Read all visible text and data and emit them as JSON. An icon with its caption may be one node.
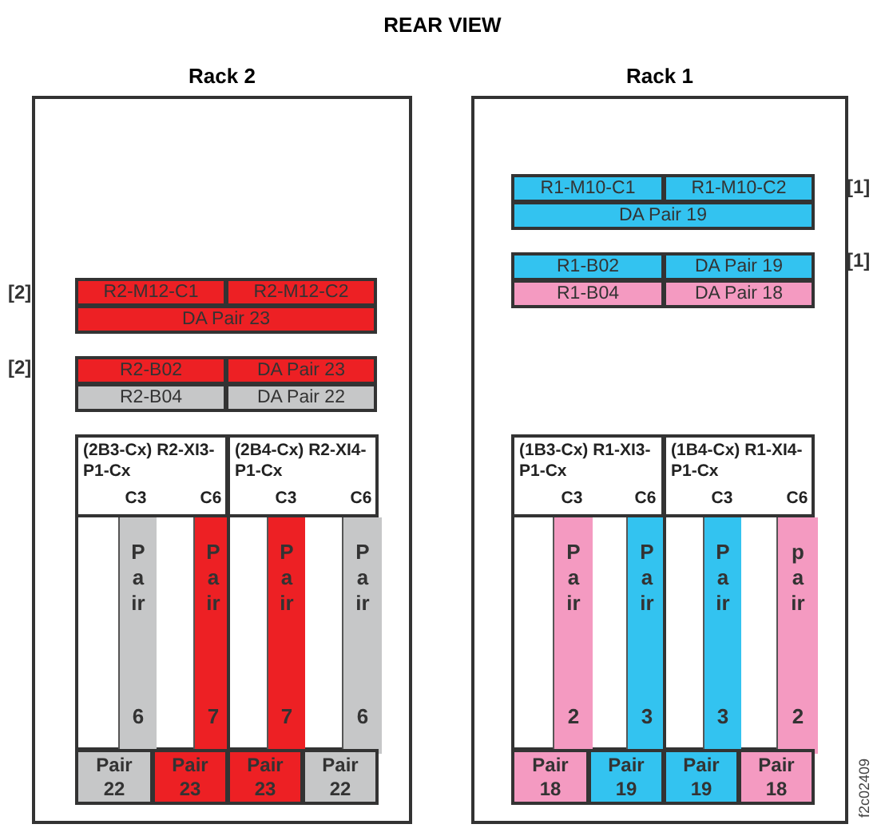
{
  "diagram": {
    "title": "REAR VIEW",
    "nodes": [
      {
        "text": [
          "Rack 2"
        ]
      },
      {
        "text": [
          "R2-M12-C1"
        ],
        "in": 0
      },
      {
        "text": [
          "R2-M12-C2"
        ],
        "in": 0
      },
      {
        "text": [
          "DA Pair 23"
        ],
        "in": 0
      },
      {
        "text": [
          "R2-B02"
        ],
        "in": 0
      },
      {
        "text": [
          "DA Pair 23"
        ],
        "in": 0
      },
      {
        "text": [
          "R2-B04"
        ],
        "in": 0
      },
      {
        "text": [
          "DA Pair 22"
        ],
        "in": 0
      },
      {
        "text": [
          "(2B3-Cx) R2-XI3-P1-Cx",
          "C3",
          "C6"
        ],
        "in": 0
      },
      {
        "text": [
          "Pair 6"
        ],
        "in": 8
      },
      {
        "text": [
          "Pair 7"
        ],
        "in": 8
      },
      {
        "text": [
          "(2B4-Cx) R2-XI4-P1-Cx",
          "C3",
          "C6"
        ],
        "in": 0
      },
      {
        "text": [
          "Pair 7"
        ],
        "in": 11
      },
      {
        "text": [
          "Pair 6"
        ],
        "in": 11
      },
      {
        "text": [
          "Pair 22"
        ],
        "in": 0
      },
      {
        "text": [
          "Pair 23"
        ],
        "in": 0
      },
      {
        "text": [
          "Pair 23"
        ],
        "in": 0
      },
      {
        "text": [
          "Pair 22"
        ],
        "in": 0
      },
      {
        "text": [
          "Rack 1"
        ]
      },
      {
        "text": [
          "R1-M10-C1"
        ],
        "in": 18
      },
      {
        "text": [
          "R1-M10-C2"
        ],
        "in": 18
      },
      {
        "text": [
          "DA Pair 19"
        ],
        "in": 18
      },
      {
        "text": [
          "R1-B02"
        ],
        "in": 18
      },
      {
        "text": [
          "DA Pair 19"
        ],
        "in": 18
      },
      {
        "text": [
          "R1-B04"
        ],
        "in": 18
      },
      {
        "text": [
          "DA Pair 18"
        ],
        "in": 18
      },
      {
        "text": [
          "(1B3-Cx) R1-XI3-P1-Cx",
          "C3",
          "C6"
        ],
        "in": 18
      },
      {
        "text": [
          "Pair 2"
        ],
        "in": 26
      },
      {
        "text": [
          "Pair 3"
        ],
        "in": 26
      },
      {
        "text": [
          "(1B4-Cx) R1-XI4-P1-Cx",
          "C3",
          "C6"
        ],
        "in": 18
      },
      {
        "text": [
          "Pair 3"
        ],
        "in": 29
      },
      {
        "text": [
          "pair 2"
        ],
        "in": 29
      },
      {
        "text": [
          "Pair 18"
        ],
        "in": 18
      },
      {
        "text": [
          "Pair 19"
        ],
        "in": 18
      },
      {
        "text": [
          "Pair 19"
        ],
        "in": 18
      },
      {
        "text": [
          "Pair 18"
        ],
        "in": 18
      }
    ],
    "labels": [
      "[1]",
      "[1]",
      "[2]",
      "[2]",
      "f2c02409"
    ]
  }
}
